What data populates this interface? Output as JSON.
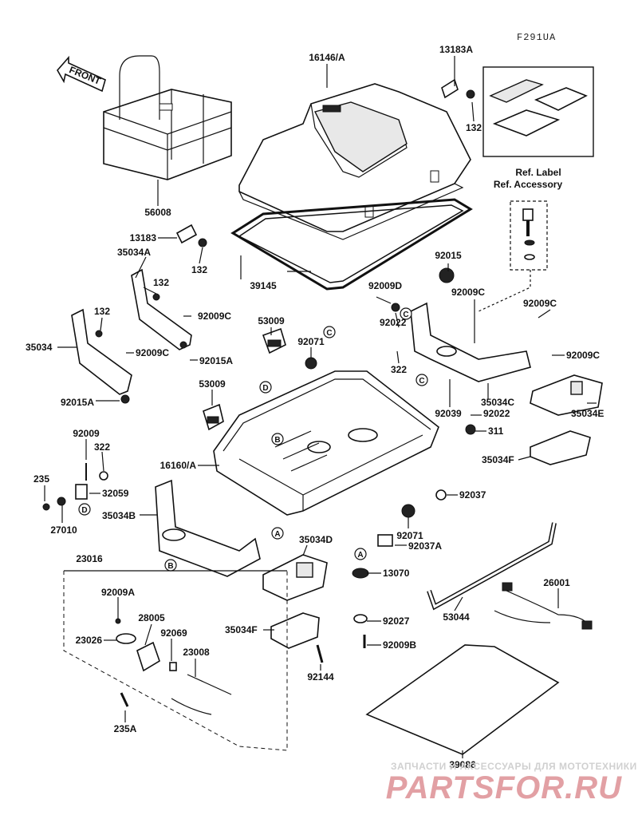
{
  "diagram_code": "F291UA",
  "front_label": "FRONT",
  "ref_notes": [
    "Ref. Label",
    "Ref. Accessory"
  ],
  "part_labels": [
    {
      "id": "16146A",
      "text": "16146/A"
    },
    {
      "id": "13183A",
      "text": "13183A"
    },
    {
      "id": "132-a",
      "text": "132"
    },
    {
      "id": "56008",
      "text": "56008"
    },
    {
      "id": "13183",
      "text": "13183"
    },
    {
      "id": "132-b",
      "text": "132"
    },
    {
      "id": "35034A",
      "text": "35034A"
    },
    {
      "id": "132-c",
      "text": "132"
    },
    {
      "id": "39145",
      "text": "39145"
    },
    {
      "id": "92015",
      "text": "92015"
    },
    {
      "id": "92009D",
      "text": "92009D"
    },
    {
      "id": "92009C-a",
      "text": "92009C"
    },
    {
      "id": "132-d",
      "text": "132"
    },
    {
      "id": "92009C-b",
      "text": "92009C"
    },
    {
      "id": "92022-a",
      "text": "92022"
    },
    {
      "id": "92009C-c",
      "text": "92009C"
    },
    {
      "id": "35034",
      "text": "35034"
    },
    {
      "id": "53009-a",
      "text": "53009"
    },
    {
      "id": "92071-a",
      "text": "92071"
    },
    {
      "id": "92009C-d",
      "text": "92009C"
    },
    {
      "id": "92015A-a",
      "text": "92015A"
    },
    {
      "id": "322-a",
      "text": "322"
    },
    {
      "id": "92009C-e",
      "text": "92009C"
    },
    {
      "id": "53009-b",
      "text": "53009"
    },
    {
      "id": "35034C",
      "text": "35034C"
    },
    {
      "id": "92015A-b",
      "text": "92015A"
    },
    {
      "id": "92039",
      "text": "92039"
    },
    {
      "id": "92022-b",
      "text": "92022"
    },
    {
      "id": "35034E",
      "text": "35034E"
    },
    {
      "id": "311",
      "text": "311"
    },
    {
      "id": "92009",
      "text": "92009"
    },
    {
      "id": "322-b",
      "text": "322"
    },
    {
      "id": "35034F-a",
      "text": "35034F"
    },
    {
      "id": "16160A",
      "text": "16160/A"
    },
    {
      "id": "235",
      "text": "235"
    },
    {
      "id": "32059",
      "text": "32059"
    },
    {
      "id": "92037",
      "text": "92037"
    },
    {
      "id": "35034B",
      "text": "35034B"
    },
    {
      "id": "27010",
      "text": "27010"
    },
    {
      "id": "92071-b",
      "text": "92071"
    },
    {
      "id": "35034D",
      "text": "35034D"
    },
    {
      "id": "92037A",
      "text": "92037A"
    },
    {
      "id": "23016",
      "text": "23016"
    },
    {
      "id": "13070",
      "text": "13070"
    },
    {
      "id": "26001",
      "text": "26001"
    },
    {
      "id": "92009A",
      "text": "92009A"
    },
    {
      "id": "28005",
      "text": "28005"
    },
    {
      "id": "23026",
      "text": "23026"
    },
    {
      "id": "92069",
      "text": "92069"
    },
    {
      "id": "35034F-b",
      "text": "35034F"
    },
    {
      "id": "92027",
      "text": "92027"
    },
    {
      "id": "53044",
      "text": "53044"
    },
    {
      "id": "92009B",
      "text": "92009B"
    },
    {
      "id": "23008",
      "text": "23008"
    },
    {
      "id": "92144",
      "text": "92144"
    },
    {
      "id": "235A",
      "text": "235A"
    },
    {
      "id": "39086",
      "text": "39086"
    }
  ],
  "ref_markers": [
    {
      "id": "C-top",
      "text": "C"
    },
    {
      "id": "C-left",
      "text": "C"
    },
    {
      "id": "C-right",
      "text": "C"
    },
    {
      "id": "D-top",
      "text": "D"
    },
    {
      "id": "D-left",
      "text": "D"
    },
    {
      "id": "B-top",
      "text": "B"
    },
    {
      "id": "B-bottom",
      "text": "B"
    },
    {
      "id": "A-top",
      "text": "A"
    },
    {
      "id": "A-bottom",
      "text": "A"
    }
  ],
  "watermark": {
    "subtitle": "ЗАПЧАСТИ И АКСЕССУАРЫ ДЛЯ МОТОТЕХНИКИ",
    "brand": "PARTSFOR.RU"
  }
}
